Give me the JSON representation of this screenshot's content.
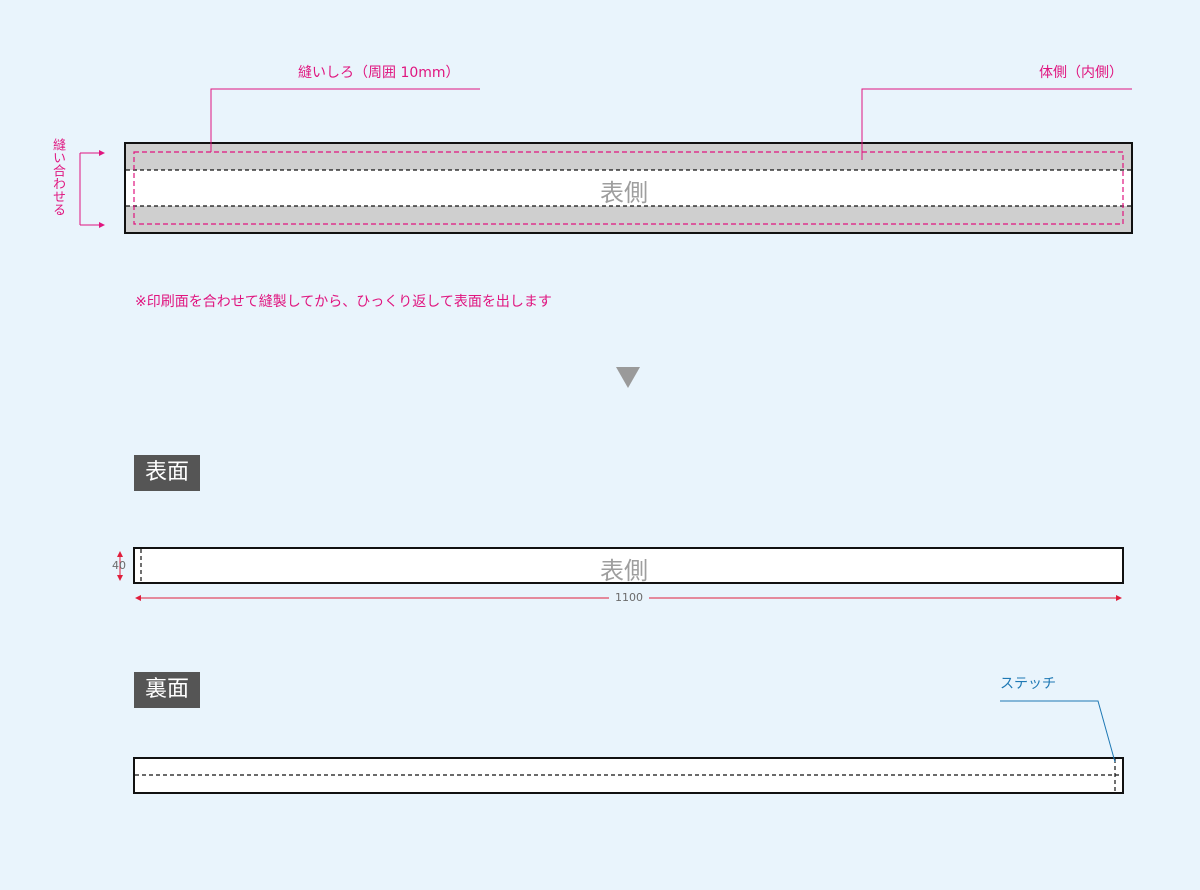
{
  "colors": {
    "accent_pink": "#e0157f",
    "stitch_blue": "#1e78b4",
    "seam_gray": "#cfcfcf",
    "section_bg": "#555555",
    "background": "#e9f4fc"
  },
  "top_diagram": {
    "seam_allowance_label": "縫いしろ（周囲 10mm）",
    "body_side_label": "体側（内側）",
    "sew_together_label": "縫い合わせる",
    "front_side_label": "表側",
    "notice": "※印刷面を合わせて縫製してから、ひっくり返して表面を出します"
  },
  "front_section": {
    "title": "表面",
    "front_side_label": "表側",
    "height_label": "40",
    "width_label": "1100"
  },
  "back_section": {
    "title": "裏面",
    "stitch_label": "ステッチ"
  }
}
